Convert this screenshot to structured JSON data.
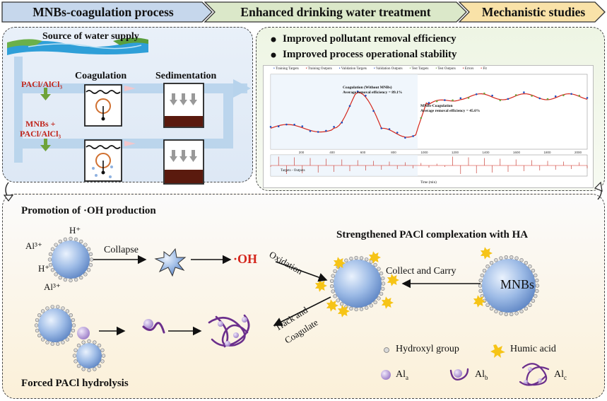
{
  "header": {
    "step1": "MNBs-coagulation process",
    "step2": "Enhanced drinking water treatment",
    "step3": "Mechanistic studies",
    "colors": {
      "step1": "#c6d7ec",
      "step2": "#dbe8c9",
      "step3": "#f9e2a8",
      "outline": "#333333"
    }
  },
  "process": {
    "source_label": "Source of water supply",
    "coagulant_top": "PACl/AlCl₃",
    "coagulant_bottom_line1": "MNBs +",
    "coagulant_bottom_line2": "PACl/AlCl₃",
    "coagulation_label": "Coagulation",
    "sedimentation_label": "Sedimentation"
  },
  "results": {
    "bullet1": "Improved pollutant removal efficiency",
    "bullet2": "Improved process operational stability",
    "chart_legend": [
      "Training Targets",
      "Training Outputs",
      "Validation Targets",
      "Validation Outputs",
      "Test Targets",
      "Test Outputs",
      "Errors",
      "Fit"
    ],
    "annotation1_line1": "Coagulation (Without MNBs)",
    "annotation1_line2": "Average removal efficiency = 89.1%",
    "annotation2_line1": "MNBs-Coagulation",
    "annotation2_line2": "Average removal efficiency = 45.6%",
    "x_ticks": [
      "200",
      "400",
      "600",
      "800",
      "1000",
      "1200",
      "1400",
      "1600",
      "1800",
      "2000"
    ],
    "x_label": "Time (min)",
    "error_legend": "Targets - Outputs"
  },
  "mechanism": {
    "oh_title": "Promotion of ·OH production",
    "al3_top": "Al³⁺",
    "h_top": "H⁺",
    "h_left": "H⁺",
    "al3_bottom": "Al³⁺",
    "collapse": "Collapse",
    "oh_radical": "·OH",
    "oxidation": "Oxidation",
    "complex_title": "Strengthened PACl complexation with HA",
    "collect_carry": "Collect and Carry",
    "mnbs": "MNBs",
    "track_line1": "Track and",
    "track_line2": "Coagulate",
    "hydrolysis_title": "Forced PACl hydrolysis"
  },
  "legend": {
    "hydroxyl": "Hydroxyl group",
    "humic": "Humic acid",
    "ala": "Al",
    "ala_sub": "a",
    "alb": "Al",
    "alb_sub": "b",
    "alc": "Al",
    "alc_sub": "c"
  },
  "colors": {
    "bubble": "#8fb2e0",
    "oh_red": "#d4261c",
    "humic": "#f6c417",
    "al_purple": "#b59bd6",
    "polymer": "#6b2f8c"
  }
}
